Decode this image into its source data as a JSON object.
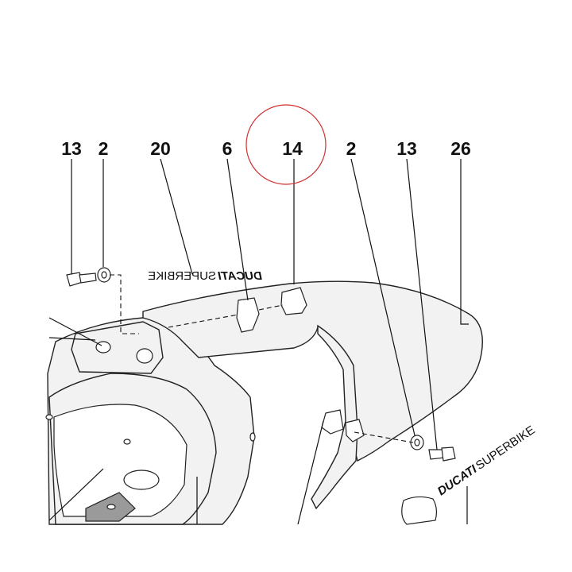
{
  "diagram": {
    "callouts": [
      {
        "id": "c1",
        "label": "13"
      },
      {
        "id": "c2",
        "label": "2"
      },
      {
        "id": "c3",
        "label": "20"
      },
      {
        "id": "c4",
        "label": "6"
      },
      {
        "id": "c5",
        "label": "14"
      },
      {
        "id": "c6",
        "label": "2"
      },
      {
        "id": "c7",
        "label": "13"
      },
      {
        "id": "c8",
        "label": "26"
      }
    ],
    "highlight_color": "#d03030",
    "decals": {
      "left": {
        "brand": "DUCATI",
        "model": "SUPERBIKE"
      },
      "right": {
        "brand": "DUCATI",
        "model": "SUPERBIKE"
      }
    }
  }
}
